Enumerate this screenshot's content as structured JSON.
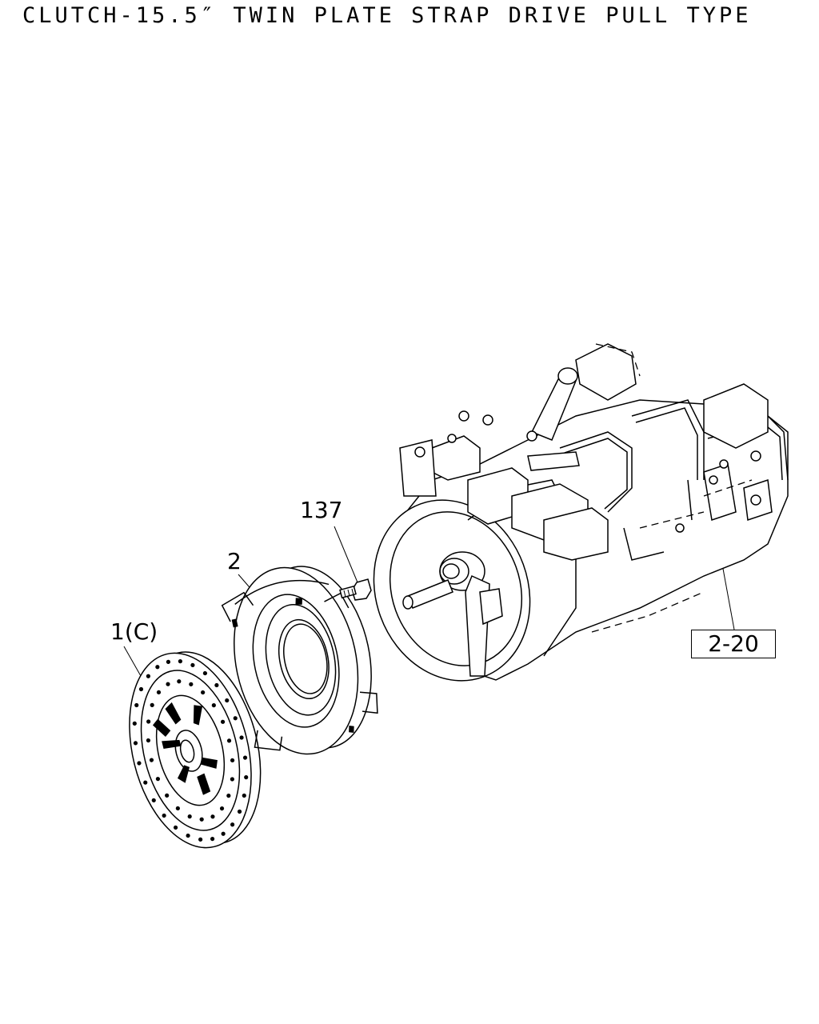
{
  "title": "CLUTCH-15.5″ TWIN PLATE STRAP DRIVE PULL TYPE",
  "callouts": {
    "bolt": "137",
    "pressure_plate": "2",
    "clutch_disc": "1(C)",
    "transmission_ref": "2-20"
  }
}
